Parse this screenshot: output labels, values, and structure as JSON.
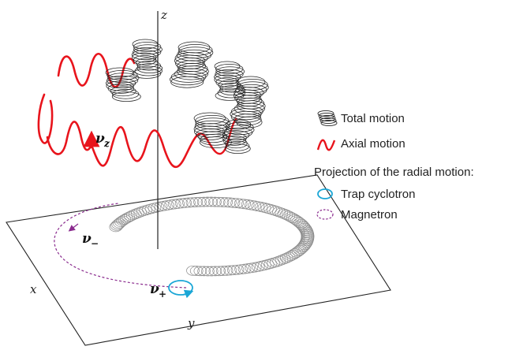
{
  "axes": {
    "x": "x",
    "y": "y",
    "z": "z"
  },
  "frequencies": {
    "axial": {
      "symbol": "ν",
      "sub": "z"
    },
    "magnetron": {
      "symbol": "ν",
      "sub": "−"
    },
    "cyclotron": {
      "symbol": "ν",
      "sub": "+"
    }
  },
  "legend": {
    "total": "Total motion",
    "axial": "Axial motion",
    "heading": "Projection of the radial motion:",
    "cyclotron": "Trap cyclotron",
    "magnetron": "Magnetron"
  },
  "colors": {
    "axial": "#e8141c",
    "cyclotron": "#1aa6d6",
    "magnetron": "#8a2b8e",
    "total": "#222222",
    "ring": "#8a8a8a"
  }
}
